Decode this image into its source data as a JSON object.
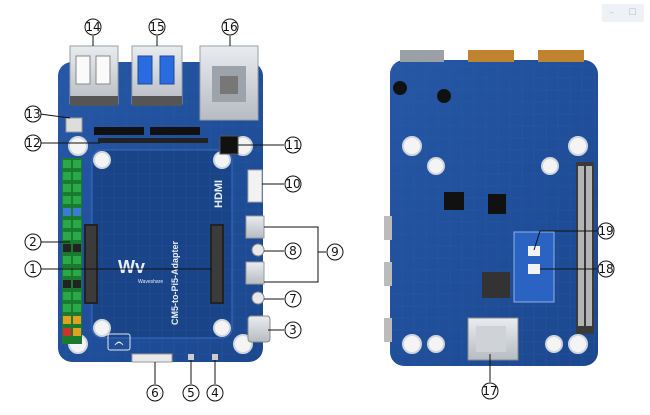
{
  "window_controls": [
    "–",
    "☐"
  ],
  "board_name": "CM5-to-Pi5-Adapter",
  "hdmi_label": "HDMI",
  "logo_text": "Wv",
  "logo_sub": "Waveshare",
  "callouts": [
    "1",
    "2",
    "3",
    "4",
    "5",
    "6",
    "7",
    "8",
    "9",
    "10",
    "11",
    "12",
    "13",
    "14",
    "15",
    "16",
    "17",
    "18",
    "19"
  ],
  "colors": {
    "board": "#1f4f9a",
    "board_dark": "#163d7a",
    "copper": "#2a5cab",
    "gold": "#c9a45a",
    "silver": "#cfd3d8"
  }
}
